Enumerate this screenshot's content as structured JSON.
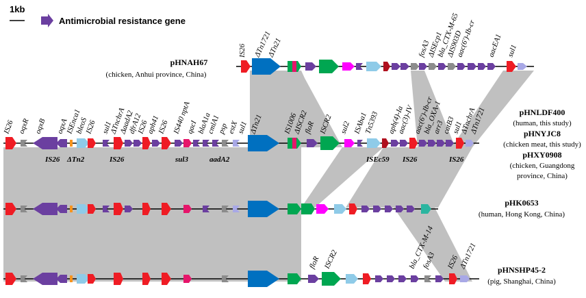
{
  "legend": {
    "scale_label": "1kb",
    "gene_label": "Antimicrobial resistance gene"
  },
  "colors": {
    "amr": "#6b3fa0",
    "is_red": "#ef1c24",
    "tn21": "#0070c0",
    "green": "#00a651",
    "magenta": "#ff00ff",
    "lightblue": "#8fcbe8",
    "gray": "#8c8c8c",
    "darkred": "#b0101e",
    "pink": "#e6156a",
    "orange": "#f7941d",
    "teal": "#2bb5a0",
    "lavender": "#a8a8e6",
    "shade": "#c0c0c0"
  },
  "plasmids": [
    {
      "name": "pHNAH67",
      "desc": "(chicken, Anhui province, China)"
    },
    {
      "name": "pHNLDF400",
      "desc": "(human, this study)"
    },
    {
      "name": "pHNYJC8",
      "desc": "(chicken meat, this study)"
    },
    {
      "name": "pHXY0908",
      "desc": "(chicken, Guangdong"
    },
    {
      "name": "",
      "desc": "province, China)"
    },
    {
      "name": "pHK0653",
      "desc": "(human, Hong Kong, China)"
    },
    {
      "name": "pHNSHP45-2",
      "desc": "(pig, Shanghai, China)"
    }
  ],
  "labels_row1_top": [
    "IS26",
    "ΔTn1721",
    "ΔTn21",
    "fosA3",
    "ΔISEcp1",
    "bla_CTX-M-65",
    "ΔIS903D",
    "aac(6')-Ib-cr",
    "aacEA1",
    "sul1"
  ],
  "labels_row2_top": [
    "IS26",
    "oqxR",
    "oqxB",
    "oqxA",
    "ISEnca1",
    "bleoS",
    "IS26",
    "sul1",
    "ΔTnchrA",
    "ΔaadA2",
    "dfrA12",
    "IS26",
    "aph41",
    "IS26",
    "IS440 nptA",
    "qacI",
    "blaA1a",
    "cmlA1",
    "psp",
    "estX",
    "sul1",
    "ΔTn21",
    "IS1006",
    "ΔISCR2",
    "floR",
    "ISCR2",
    "sul2",
    "ISAba1",
    "Tn5393",
    "aph(4)-Ia",
    "aac(3)-IV",
    "aac(6')-Ib-cr",
    "bla_OXA-1",
    "arr3",
    "catB3",
    "sul1",
    "ΔTnchrA",
    "ΔTn1721"
  ],
  "labels_row2_bottom": [
    "IS26",
    "ΔTn2",
    "IS26",
    "sul3",
    "aadA2",
    "ISEc59",
    "IS26",
    "IS26"
  ],
  "labels_row4_top": [
    "floR",
    "ISCR2",
    "bla_CTX-M-14",
    "fosA3",
    "IS26",
    "ΔTn1721"
  ]
}
